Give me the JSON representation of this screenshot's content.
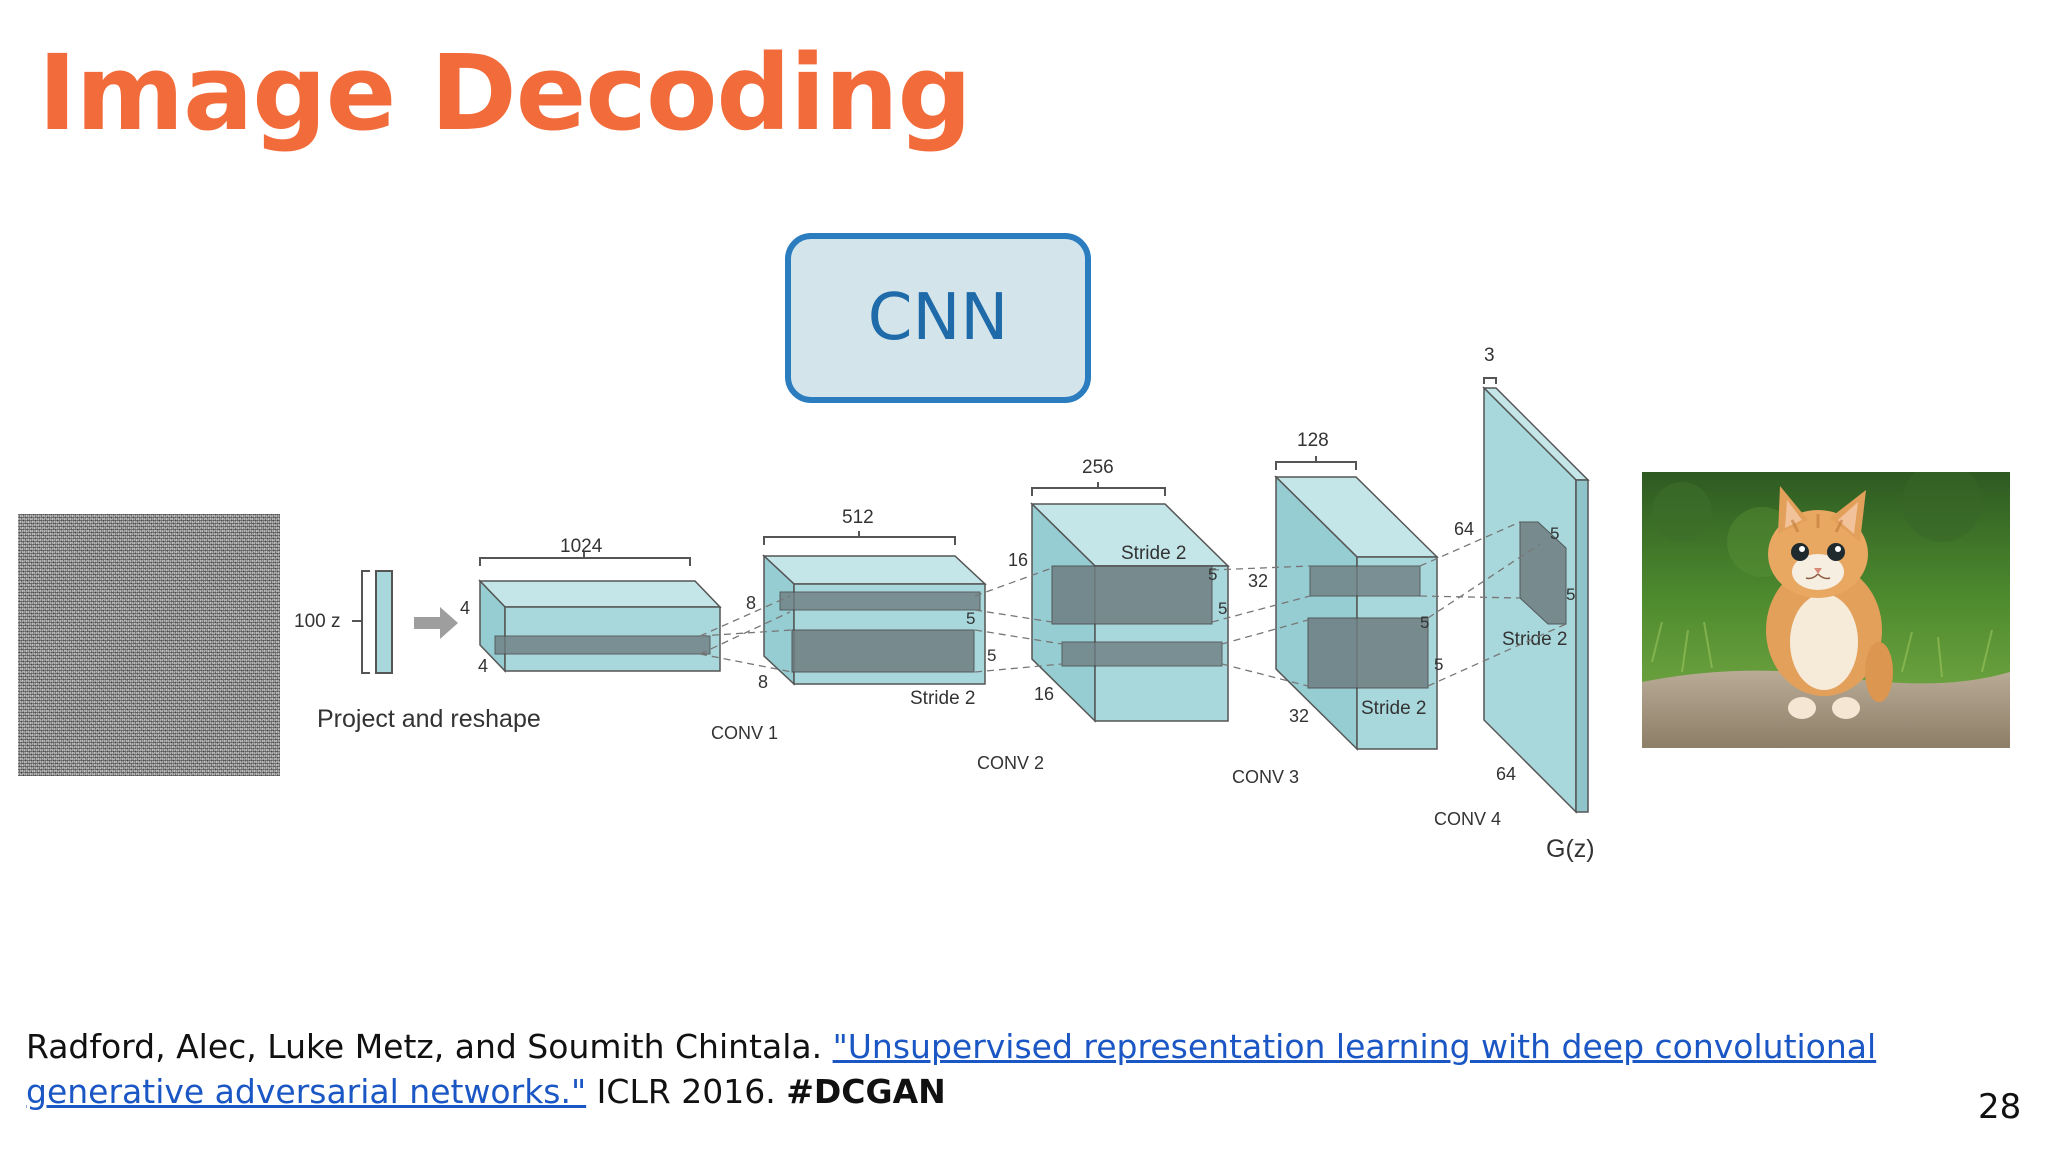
{
  "slide": {
    "title": "Image Decoding",
    "cnn_label": "CNN",
    "page_number": "28"
  },
  "diagram": {
    "input_label": "100 z",
    "project_label": "Project and reshape",
    "layer_labels": [
      "CONV 1",
      "CONV 2",
      "CONV 3",
      "CONV 4"
    ],
    "output_label": "G(z)",
    "depth_labels": [
      "1024",
      "512",
      "256",
      "128",
      "3"
    ],
    "stride_label": "Stride 2",
    "dims": {
      "proj_size": "4",
      "conv1_size": "8",
      "conv2_size": "16",
      "conv3_size": "32",
      "conv4_size": "64",
      "kernel": "5"
    }
  },
  "citation": {
    "authors": "Radford, Alec, Luke Metz, and Soumith Chintala.",
    "paper_link": "\"Unsupervised representation learning with deep convolutional generative adversarial networks.\"",
    "venue": "ICLR 2016.",
    "tag": "#DCGAN"
  },
  "colors": {
    "title": "#f26b3a",
    "cnn_fill": "#d3e5ea",
    "cnn_border": "#2b7dbf",
    "block_fill": "#a9d8dc",
    "filter_fill": "#6f7e82",
    "link": "#1a56c4"
  }
}
